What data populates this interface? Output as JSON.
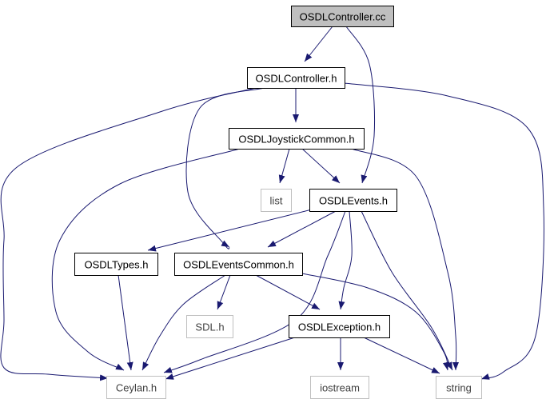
{
  "diagram": {
    "colors": {
      "edge": "#191970",
      "node_border": "#000000",
      "node_border_external": "#bfbfbf",
      "node_fill_root": "#bfbfbf",
      "node_fill": "#ffffff",
      "text": "#000000",
      "text_external": "#404040"
    },
    "nodes": [
      {
        "id": "osdlcontroller_cc",
        "label": "OSDLController.cc",
        "kind": "root"
      },
      {
        "id": "osdlcontroller_h",
        "label": "OSDLController.h",
        "kind": "internal"
      },
      {
        "id": "osdljoystickcommon_h",
        "label": "OSDLJoystickCommon.h",
        "kind": "internal"
      },
      {
        "id": "list",
        "label": "list",
        "kind": "external"
      },
      {
        "id": "osdlevents_h",
        "label": "OSDLEvents.h",
        "kind": "internal"
      },
      {
        "id": "osdltypes_h",
        "label": "OSDLTypes.h",
        "kind": "internal"
      },
      {
        "id": "osdleventscommon_h",
        "label": "OSDLEventsCommon.h",
        "kind": "internal"
      },
      {
        "id": "sdl_h",
        "label": "SDL.h",
        "kind": "external"
      },
      {
        "id": "osdlexception_h",
        "label": "OSDLException.h",
        "kind": "internal"
      },
      {
        "id": "ceylan_h",
        "label": "Ceylan.h",
        "kind": "external"
      },
      {
        "id": "iostream",
        "label": "iostream",
        "kind": "external"
      },
      {
        "id": "string",
        "label": "string",
        "kind": "external"
      }
    ],
    "edges": [
      {
        "from": "osdlcontroller_cc",
        "to": "osdlcontroller_h"
      },
      {
        "from": "osdlcontroller_cc",
        "to": "osdlevents_h"
      },
      {
        "from": "osdlcontroller_h",
        "to": "osdljoystickcommon_h"
      },
      {
        "from": "osdlcontroller_h",
        "to": "ceylan_h"
      },
      {
        "from": "osdlcontroller_h",
        "to": "osdleventscommon_h"
      },
      {
        "from": "osdlcontroller_h",
        "to": "string"
      },
      {
        "from": "osdljoystickcommon_h",
        "to": "list"
      },
      {
        "from": "osdljoystickcommon_h",
        "to": "osdlevents_h"
      },
      {
        "from": "osdljoystickcommon_h",
        "to": "ceylan_h"
      },
      {
        "from": "osdljoystickcommon_h",
        "to": "string"
      },
      {
        "from": "osdlevents_h",
        "to": "osdltypes_h"
      },
      {
        "from": "osdlevents_h",
        "to": "osdleventscommon_h"
      },
      {
        "from": "osdlevents_h",
        "to": "osdlexception_h"
      },
      {
        "from": "osdlevents_h",
        "to": "ceylan_h"
      },
      {
        "from": "osdlevents_h",
        "to": "string"
      },
      {
        "from": "osdltypes_h",
        "to": "ceylan_h"
      },
      {
        "from": "osdleventscommon_h",
        "to": "sdl_h"
      },
      {
        "from": "osdleventscommon_h",
        "to": "osdlexception_h"
      },
      {
        "from": "osdleventscommon_h",
        "to": "ceylan_h"
      },
      {
        "from": "osdleventscommon_h",
        "to": "string"
      },
      {
        "from": "osdlexception_h",
        "to": "ceylan_h"
      },
      {
        "from": "osdlexception_h",
        "to": "iostream"
      },
      {
        "from": "osdlexception_h",
        "to": "string"
      }
    ]
  }
}
